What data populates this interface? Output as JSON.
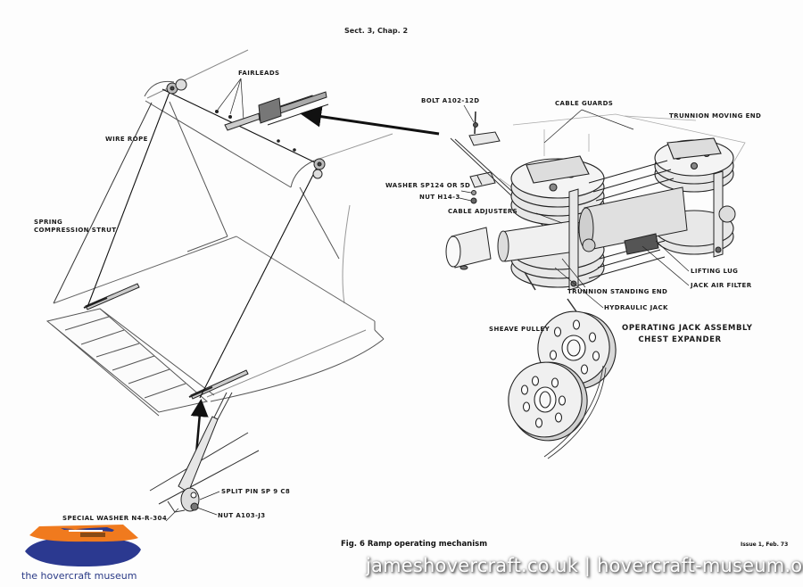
{
  "header": {
    "section": "Sect. 3, Chap. 2"
  },
  "caption": {
    "figure": "Fig. 6 Ramp operating mechanism",
    "issue": "Issue 1, Feb. 73"
  },
  "labels": {
    "fairleads": "FAIRLEADS",
    "wire_rope": "WIRE ROPE",
    "spring_strut_line1": "SPRING",
    "spring_strut_line2": "COMPRESSION STRUT",
    "bolt": "BOLT A102-12D",
    "cable_guards": "CABLE GUARDS",
    "trunnion_moving_end": "TRUNNION  MOVING END",
    "washer": "WASHER SP124 OR 5D",
    "nut_h14": "NUT H14-3",
    "cable_adjusters": "CABLE ADJUSTERS",
    "lifting_lug": "LIFTING LUG",
    "trunnion_standing_end": "TRUNNION  STANDING END",
    "jack_air_filter": "JACK AIR FILTER",
    "hydraulic_jack": "HYDRAULIC JACK",
    "sheave_pulley": "SHEAVE  PULLEY",
    "assembly_line1": "OPERATING JACK ASSEMBLY",
    "assembly_line2": "CHEST EXPANDER",
    "split_pin": "SPLIT  PIN  SP 9 C8",
    "nut_a103": "NUT A103-J3",
    "special_washer": "SPECIAL WASHER N4-R-304"
  },
  "watermark": {
    "text": "jameshovercraft.co.uk | hovercraft-museum.org"
  },
  "logo": {
    "text": "the hovercraft museum",
    "colors": {
      "hull": "#F07A1E",
      "skirt": "#2B3990",
      "cabin": "#2B3990",
      "text": "#2A3A86"
    }
  },
  "colors": {
    "ink": "#1a1a1a",
    "paper": "#fdfdfd",
    "faint": "#b8b8b8"
  }
}
